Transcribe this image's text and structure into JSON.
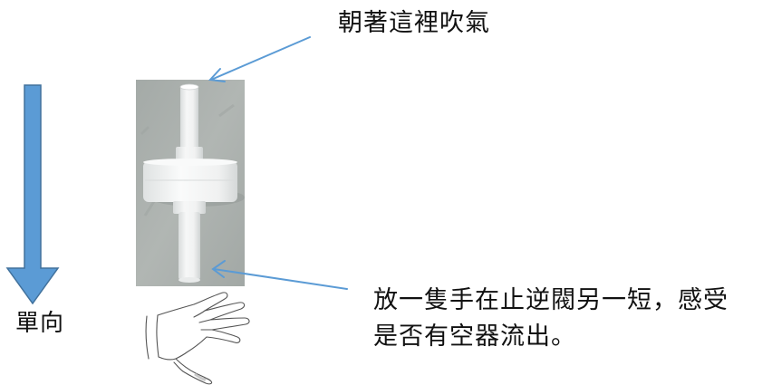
{
  "direction": {
    "label": "單向",
    "arrow_color": "#5b9bd5",
    "arrow_outline": "#41719c"
  },
  "top_note": {
    "text": "朝著這裡吹氣"
  },
  "bottom_note": {
    "line1": "放一隻手在止逆閥另一短，感受",
    "line2": "是否有空器流出。"
  },
  "pointer_arrows": {
    "color": "#5b9bd5"
  },
  "icons": {
    "direction_arrow": "down-arrow-icon",
    "hand": "hand-icon",
    "valve": "check-valve-photo"
  }
}
